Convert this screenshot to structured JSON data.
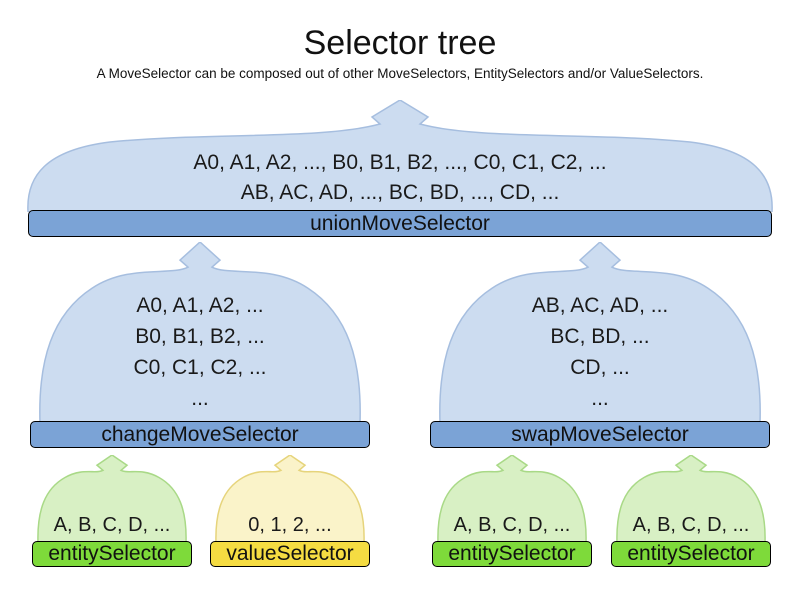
{
  "title": "Selector tree",
  "subtitle": "A MoveSelector can be composed out of other MoveSelectors, EntitySelectors and/or ValueSelectors.",
  "colors": {
    "move_cloud_fill": "#ccdcf0",
    "move_cloud_stroke": "#a6bedf",
    "move_bar_fill": "#7ba3d6",
    "entity_cloud_fill": "#d8f0c4",
    "entity_cloud_stroke": "#a9d987",
    "entity_bar_fill": "#7eda3a",
    "value_cloud_fill": "#faf3c9",
    "value_cloud_stroke": "#e6d47c",
    "value_bar_fill": "#f5dc42"
  },
  "nodes": {
    "union": {
      "label": "unionMoveSelector",
      "lines": [
        "A0, A1, A2, ..., B0, B1, B2, ..., C0, C1, C2, ...",
        "AB, AC, AD, ..., BC, BD, ..., CD, ..."
      ]
    },
    "change": {
      "label": "changeMoveSelector",
      "lines": [
        "A0, A1, A2, ...",
        "B0, B1, B2, ...",
        "C0, C1, C2, ...",
        "..."
      ]
    },
    "swap": {
      "label": "swapMoveSelector",
      "lines": [
        "AB, AC, AD, ...",
        "BC, BD, ...",
        "CD, ...",
        "..."
      ]
    },
    "entity1": {
      "label": "entitySelector",
      "lines": [
        "A, B, C, D, ..."
      ]
    },
    "value1": {
      "label": "valueSelector",
      "lines": [
        "0, 1, 2, ..."
      ]
    },
    "entity2": {
      "label": "entitySelector",
      "lines": [
        "A, B, C, D, ..."
      ]
    },
    "entity3": {
      "label": "entitySelector",
      "lines": [
        "A, B, C, D, ..."
      ]
    }
  }
}
